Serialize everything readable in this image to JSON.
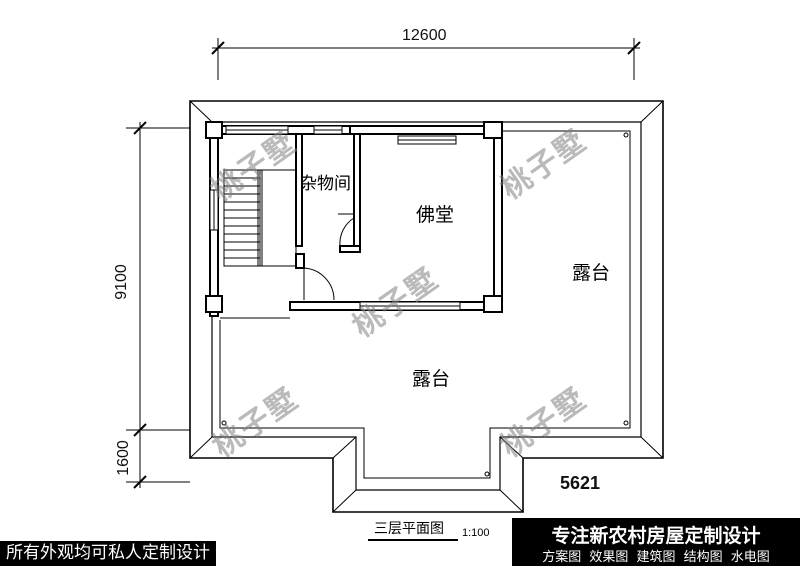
{
  "dimensions": {
    "top_width": "12600",
    "left_height": "9100",
    "left_bottom": "1600",
    "area_code": "5621"
  },
  "rooms": {
    "storage": "杂物间",
    "shrine": "佛堂",
    "terrace_right": "露台",
    "terrace_main": "露台"
  },
  "watermark": "桃子墅",
  "plan_title": "三层平面图",
  "plan_scale": "1:100",
  "footer": {
    "left": "所有外观均可私人定制设计",
    "right_title": "专注新农村房屋定制设计",
    "right_services": "方案图 效果图 建筑图 结构图 水电图"
  }
}
